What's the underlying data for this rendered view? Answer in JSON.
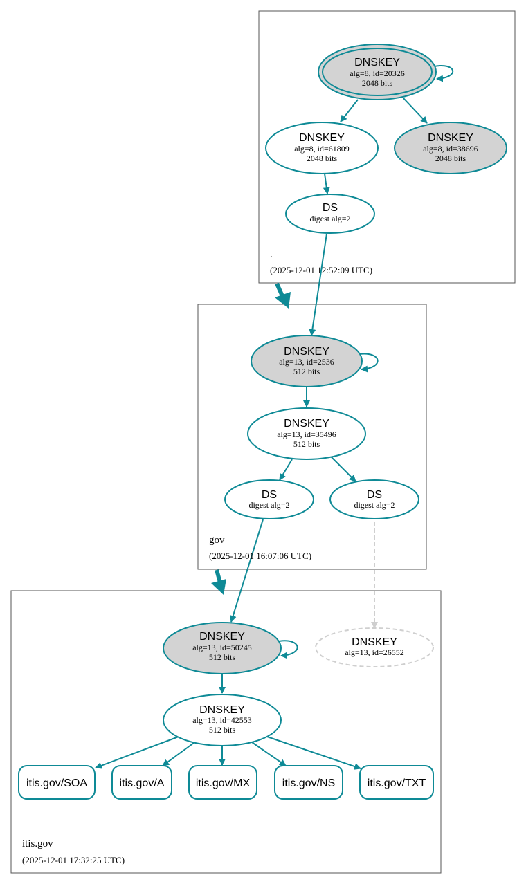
{
  "zones": {
    "root": {
      "name": ".",
      "timestamp": "(2025-12-01 12:52:09 UTC)",
      "ksk": {
        "title": "DNSKEY",
        "params": "alg=8, id=20326",
        "bits": "2048 bits"
      },
      "zsk": {
        "title": "DNSKEY",
        "params": "alg=8, id=61809",
        "bits": "2048 bits"
      },
      "key3": {
        "title": "DNSKEY",
        "params": "alg=8, id=38696",
        "bits": "2048 bits"
      },
      "ds": {
        "title": "DS",
        "digest": "digest alg=2"
      }
    },
    "gov": {
      "name": "gov",
      "timestamp": "(2025-12-01 16:07:06 UTC)",
      "ksk": {
        "title": "DNSKEY",
        "params": "alg=13, id=2536",
        "bits": "512 bits"
      },
      "zsk": {
        "title": "DNSKEY",
        "params": "alg=13, id=35496",
        "bits": "512 bits"
      },
      "ds1": {
        "title": "DS",
        "digest": "digest alg=2"
      },
      "ds2": {
        "title": "DS",
        "digest": "digest alg=2"
      }
    },
    "itis": {
      "name": "itis.gov",
      "timestamp": "(2025-12-01 17:32:25 UTC)",
      "ksk": {
        "title": "DNSKEY",
        "params": "alg=13, id=50245",
        "bits": "512 bits"
      },
      "missing_key": {
        "title": "DNSKEY",
        "params": "alg=13, id=26552"
      },
      "zsk": {
        "title": "DNSKEY",
        "params": "alg=13, id=42553",
        "bits": "512 bits"
      },
      "rrsets": [
        "itis.gov/SOA",
        "itis.gov/A",
        "itis.gov/MX",
        "itis.gov/NS",
        "itis.gov/TXT"
      ]
    }
  },
  "colors": {
    "edge": "#0e8a96",
    "secure_entry_fill": "#d3d3d3",
    "missing": "#cfcfcf"
  }
}
